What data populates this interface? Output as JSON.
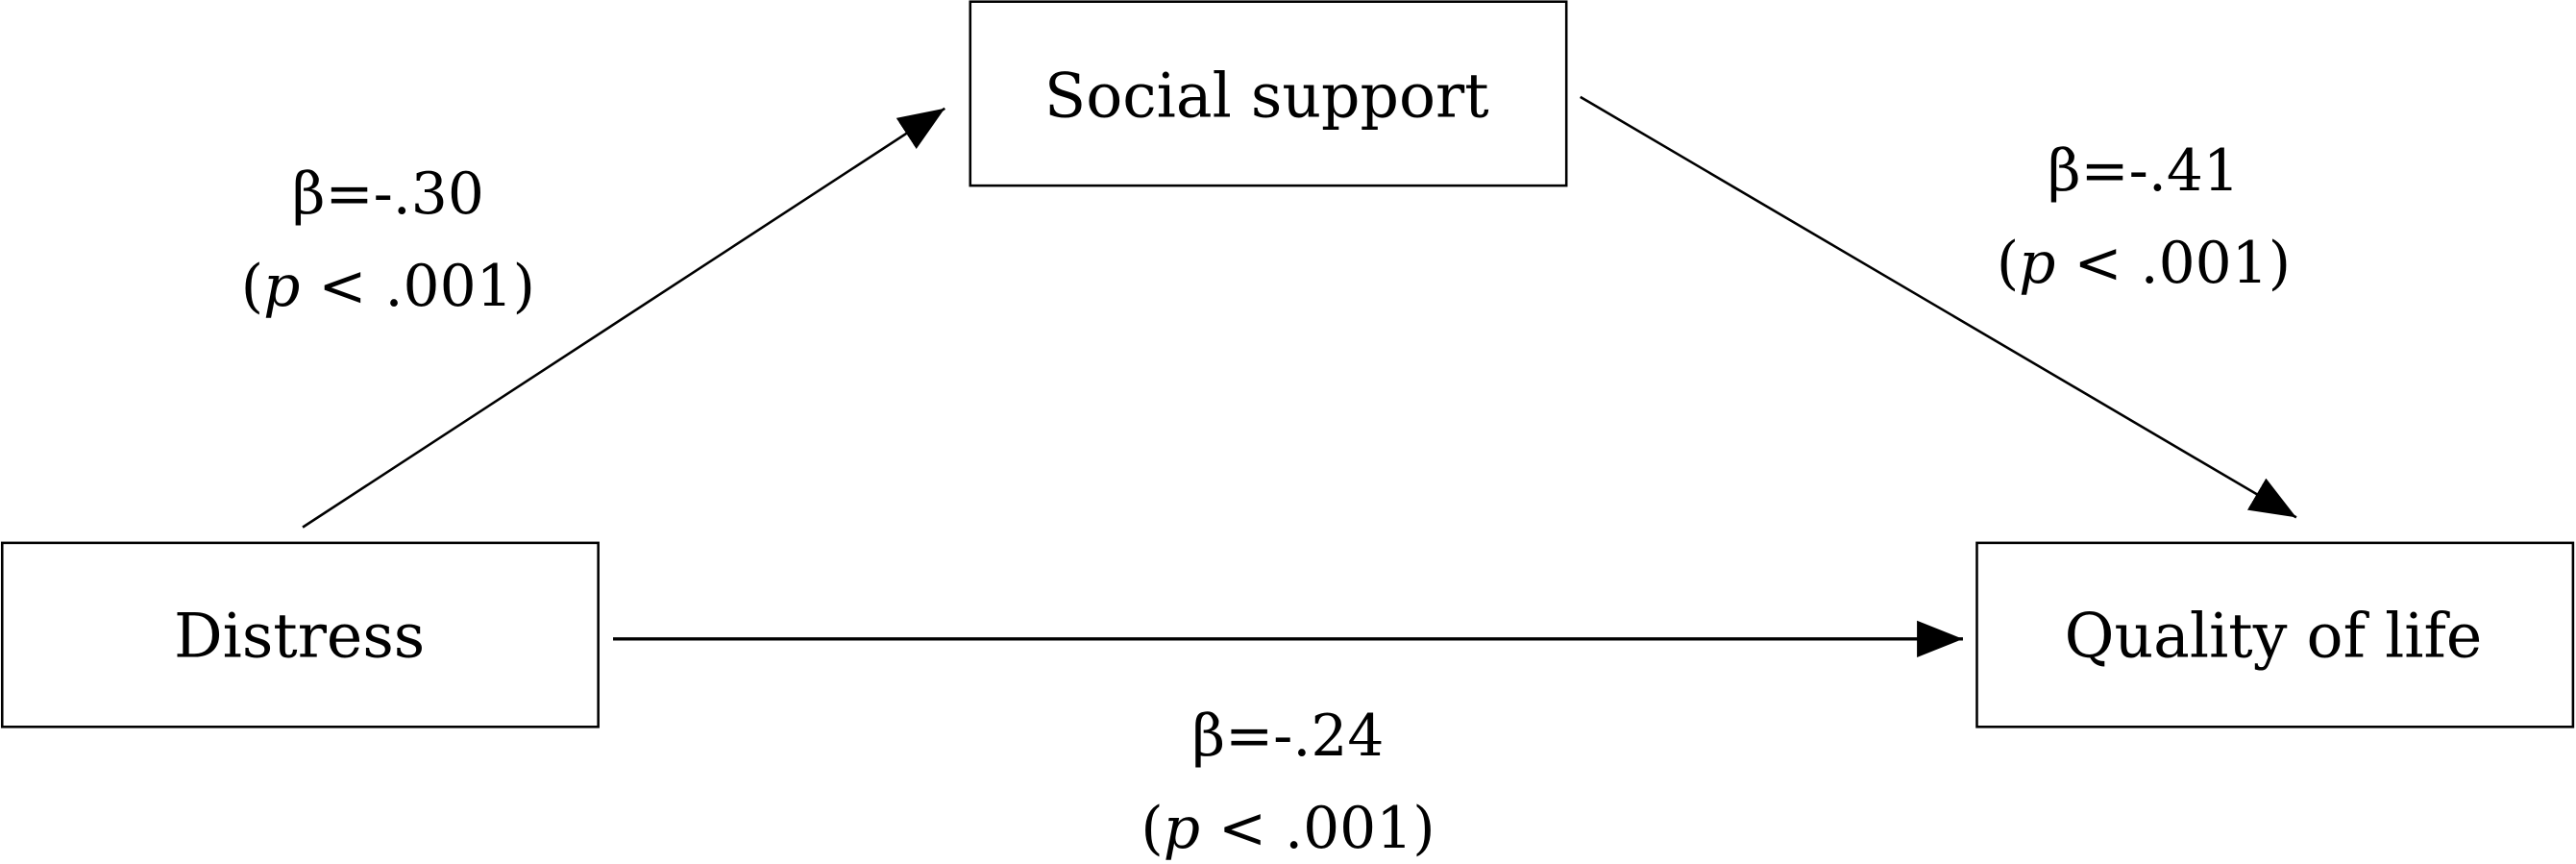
{
  "nodes": {
    "mediator": {
      "label": "Social support"
    },
    "predictor": {
      "label": "Distress"
    },
    "outcome": {
      "label": "Quality of life"
    }
  },
  "paths": {
    "a": {
      "beta": "β=-.30",
      "p_open": "(",
      "p_symbol": "p",
      "p_rest": " < .001)"
    },
    "b": {
      "beta": "β=-.41",
      "p_open": "(",
      "p_symbol": "p",
      "p_rest": " < .001)"
    },
    "c": {
      "beta": "β=-.24",
      "p_open": "(",
      "p_symbol": "p",
      "p_rest": " < .001)"
    }
  },
  "colors": {
    "stroke": "#000000",
    "background": "#ffffff"
  }
}
